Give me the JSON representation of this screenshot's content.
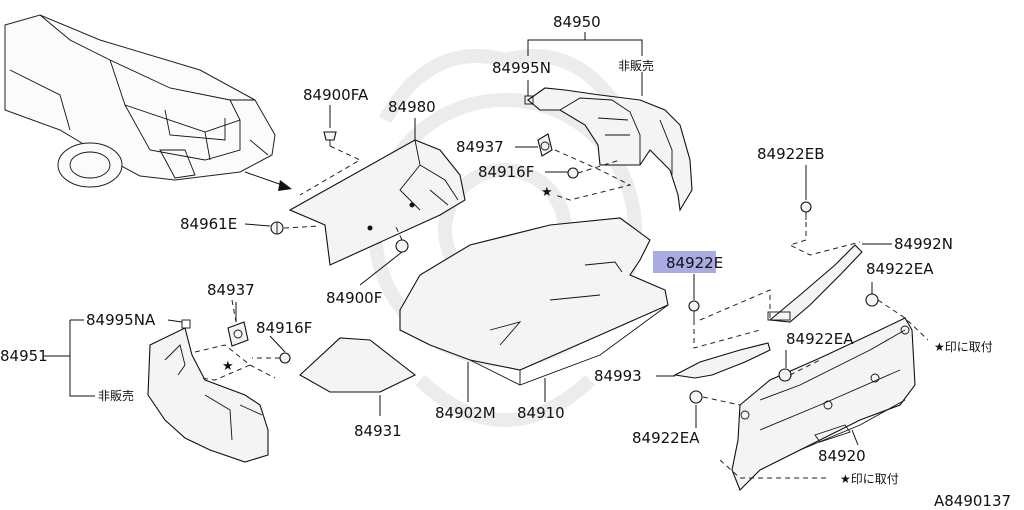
{
  "diagram_code": "A8490137",
  "labels": {
    "p84950": "84950",
    "p84995N": "84995N",
    "hihanbai_top": "非販売",
    "p84937_top": "84937",
    "p84916F_top": "84916F",
    "p84900FA": "84900FA",
    "p84980": "84980",
    "p84961E": "84961E",
    "p84900F": "84900F",
    "p84922E": "84922E",
    "p84922EB": "84922EB",
    "p84992N": "84992N",
    "p84922EA_1": "84922EA",
    "mark_note_1": "★印に取付",
    "p84922EA_2": "84922EA",
    "p84993": "84993",
    "p84922EA_3": "84922EA",
    "p84920": "84920",
    "mark_note_2": "★印に取付",
    "p84937_left": "84937",
    "p84995NA": "84995NA",
    "p84916F_left": "84916F",
    "p84951": "84951",
    "hihanbai_left": "非販売",
    "p84931": "84931",
    "p84902M": "84902M",
    "p84910": "84910"
  },
  "star_marks": [
    "★",
    "★"
  ],
  "highlight_color": "#8d8fd8"
}
